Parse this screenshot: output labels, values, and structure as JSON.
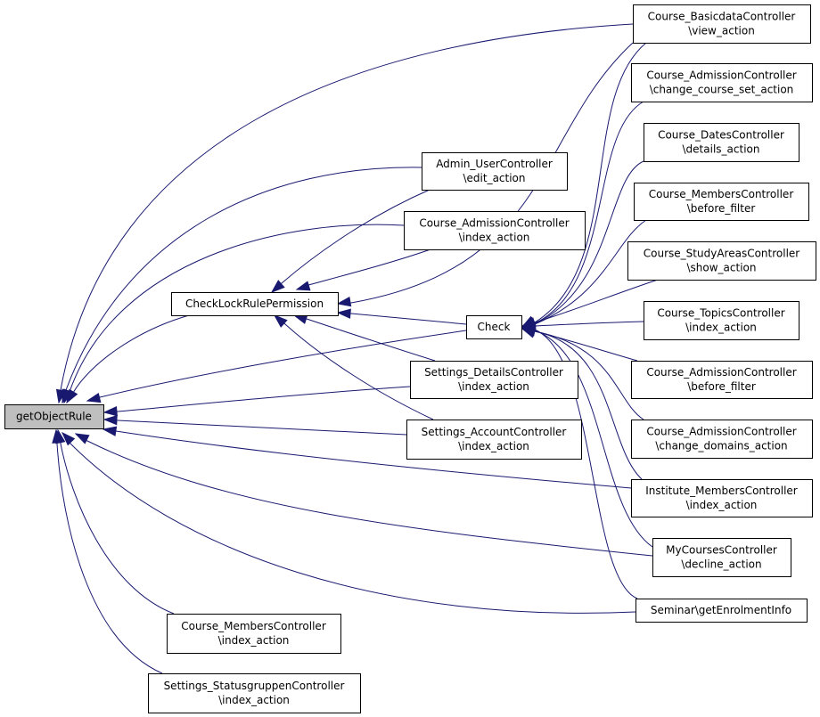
{
  "diagram": {
    "type": "call-graph",
    "colors": {
      "edge": "#191970",
      "focus_fill": "#bfbfbf",
      "node_fill": "#ffffff",
      "node_border": "#000000"
    },
    "nodes": [
      {
        "id": "getObjectRule",
        "lines": [
          "getObjectRule"
        ],
        "focus": true
      },
      {
        "id": "CheckLockRulePermission",
        "lines": [
          "CheckLockRulePermission"
        ]
      },
      {
        "id": "Check",
        "lines": [
          "Check"
        ]
      },
      {
        "id": "AdminUserEdit",
        "lines": [
          "Admin_UserController",
          "\\edit_action"
        ]
      },
      {
        "id": "CourseAdmissionIndex",
        "lines": [
          "Course_AdmissionController",
          "\\index_action"
        ]
      },
      {
        "id": "SettingsDetailsIndex",
        "lines": [
          "Settings_DetailsController",
          "\\index_action"
        ]
      },
      {
        "id": "SettingsAccountIndex",
        "lines": [
          "Settings_AccountController",
          "\\index_action"
        ]
      },
      {
        "id": "CourseMembersIndex",
        "lines": [
          "Course_MembersController",
          "\\index_action"
        ]
      },
      {
        "id": "SettingsStatusgruppenIndex",
        "lines": [
          "Settings_StatusgruppenController",
          "\\index_action"
        ]
      },
      {
        "id": "CourseBasicdataView",
        "lines": [
          "Course_BasicdataController",
          "\\view_action"
        ]
      },
      {
        "id": "CourseAdmissionChangeCourseSet",
        "lines": [
          "Course_AdmissionController",
          "\\change_course_set_action"
        ]
      },
      {
        "id": "CourseDatesDetails",
        "lines": [
          "Course_DatesController",
          "\\details_action"
        ]
      },
      {
        "id": "CourseMembersBeforeFilter",
        "lines": [
          "Course_MembersController",
          "\\before_filter"
        ]
      },
      {
        "id": "CourseStudyAreasShow",
        "lines": [
          "Course_StudyAreasController",
          "\\show_action"
        ]
      },
      {
        "id": "CourseTopicsIndex",
        "lines": [
          "Course_TopicsController",
          "\\index_action"
        ]
      },
      {
        "id": "CourseAdmissionBeforeFilter",
        "lines": [
          "Course_AdmissionController",
          "\\before_filter"
        ]
      },
      {
        "id": "CourseAdmissionChangeDomains",
        "lines": [
          "Course_AdmissionController",
          "\\change_domains_action"
        ]
      },
      {
        "id": "InstituteMembersIndex",
        "lines": [
          "Institute_MembersController",
          "\\index_action"
        ]
      },
      {
        "id": "MyCoursesDecline",
        "lines": [
          "MyCoursesController",
          "\\decline_action"
        ]
      },
      {
        "id": "SeminarGetEnrolmentInfo",
        "lines": [
          "Seminar\\getEnrolmentInfo"
        ]
      }
    ],
    "edges": [
      {
        "from": "CheckLockRulePermission",
        "to": "getObjectRule"
      },
      {
        "from": "Check",
        "to": "getObjectRule"
      },
      {
        "from": "AdminUserEdit",
        "to": "getObjectRule"
      },
      {
        "from": "CourseAdmissionIndex",
        "to": "getObjectRule"
      },
      {
        "from": "SettingsDetailsIndex",
        "to": "getObjectRule"
      },
      {
        "from": "SettingsAccountIndex",
        "to": "getObjectRule"
      },
      {
        "from": "CourseMembersIndex",
        "to": "getObjectRule"
      },
      {
        "from": "SettingsStatusgruppenIndex",
        "to": "getObjectRule"
      },
      {
        "from": "CourseBasicdataView",
        "to": "getObjectRule"
      },
      {
        "from": "InstituteMembersIndex",
        "to": "getObjectRule"
      },
      {
        "from": "MyCoursesDecline",
        "to": "getObjectRule"
      },
      {
        "from": "SeminarGetEnrolmentInfo",
        "to": "getObjectRule"
      },
      {
        "from": "AdminUserEdit",
        "to": "CheckLockRulePermission"
      },
      {
        "from": "CourseAdmissionIndex",
        "to": "CheckLockRulePermission"
      },
      {
        "from": "SettingsDetailsIndex",
        "to": "CheckLockRulePermission"
      },
      {
        "from": "SettingsAccountIndex",
        "to": "CheckLockRulePermission"
      },
      {
        "from": "Check",
        "to": "CheckLockRulePermission"
      },
      {
        "from": "CourseBasicdataView",
        "to": "CheckLockRulePermission"
      },
      {
        "from": "CourseBasicdataView",
        "to": "Check"
      },
      {
        "from": "CourseAdmissionChangeCourseSet",
        "to": "Check"
      },
      {
        "from": "CourseDatesDetails",
        "to": "Check"
      },
      {
        "from": "CourseMembersBeforeFilter",
        "to": "Check"
      },
      {
        "from": "CourseStudyAreasShow",
        "to": "Check"
      },
      {
        "from": "CourseTopicsIndex",
        "to": "Check"
      },
      {
        "from": "CourseAdmissionBeforeFilter",
        "to": "Check"
      },
      {
        "from": "CourseAdmissionChangeDomains",
        "to": "Check"
      },
      {
        "from": "InstituteMembersIndex",
        "to": "Check"
      },
      {
        "from": "MyCoursesDecline",
        "to": "Check"
      },
      {
        "from": "SeminarGetEnrolmentInfo",
        "to": "Check"
      }
    ]
  }
}
